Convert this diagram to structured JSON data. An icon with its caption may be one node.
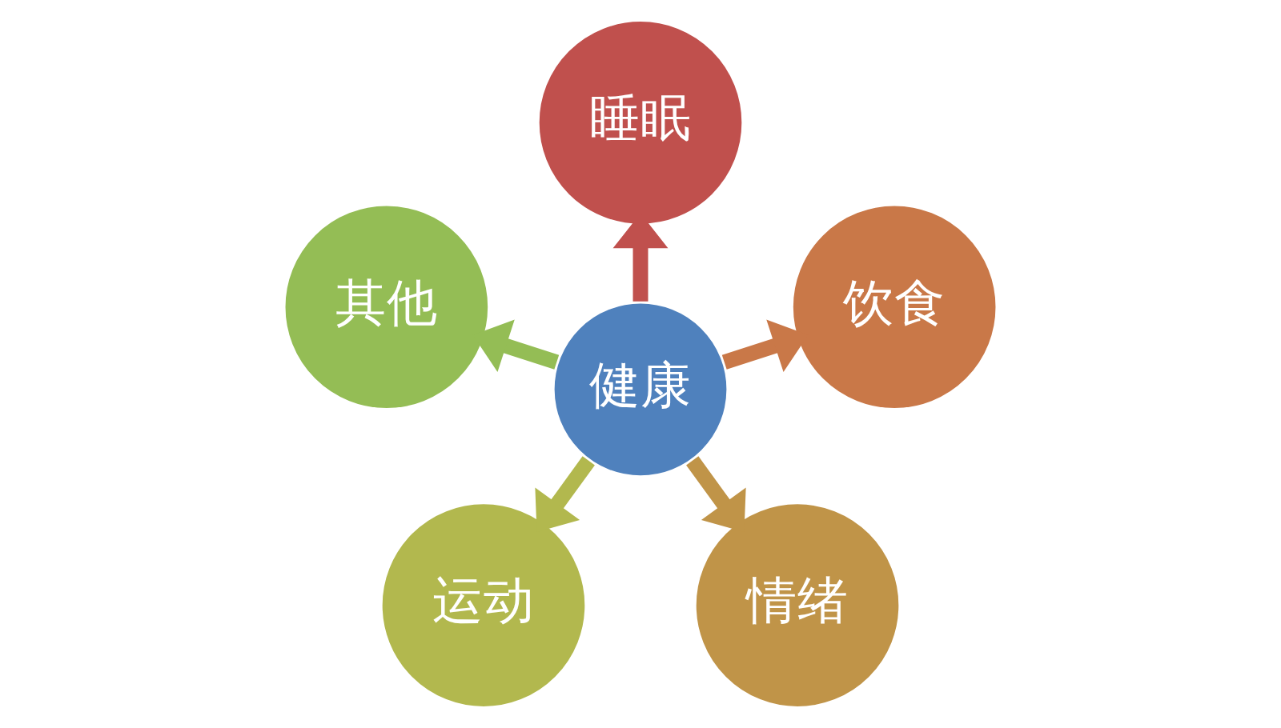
{
  "diagram": {
    "nodes": [
      {
        "text": [
          "睡眠"
        ]
      },
      {
        "text": [
          "其他"
        ]
      },
      {
        "text": [
          "健康"
        ]
      },
      {
        "text": [
          "饮食"
        ]
      },
      {
        "text": [
          "运动"
        ]
      },
      {
        "text": [
          "情绪"
        ]
      }
    ],
    "edges": [
      {
        "from": 2,
        "to": 0,
        "arrow": "to",
        "color": "#c0504d"
      },
      {
        "from": 2,
        "to": 3,
        "arrow": "to",
        "color": "#c97848"
      },
      {
        "from": 2,
        "to": 5,
        "arrow": "to",
        "color": "#c09448"
      },
      {
        "from": 2,
        "to": 4,
        "arrow": "to",
        "color": "#b2b84e"
      },
      {
        "from": 2,
        "to": 1,
        "arrow": "to",
        "color": "#94bd55"
      }
    ]
  }
}
